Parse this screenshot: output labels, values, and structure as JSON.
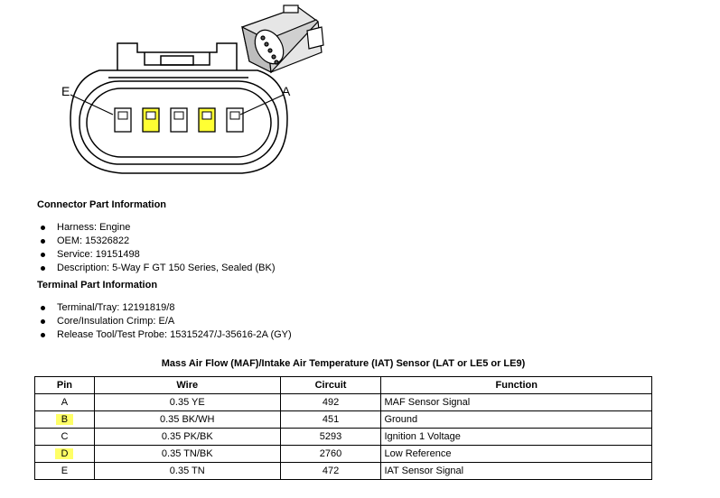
{
  "diagram": {
    "label_left": "E",
    "label_right": "A",
    "highlight_color": "#ffff33",
    "highlighted_pins": [
      "B",
      "D"
    ]
  },
  "connector_info": {
    "heading": "Connector Part Information",
    "items": [
      "Harness: Engine",
      "OEM: 15326822",
      "Service: 19151498",
      "Description: 5-Way F GT 150 Series, Sealed (BK)"
    ]
  },
  "terminal_info": {
    "heading": "Terminal Part Information",
    "items": [
      "Terminal/Tray: 12191819/8",
      "Core/Insulation Crimp: E/A",
      "Release Tool/Test Probe: 15315247/J-35616-2A (GY)"
    ]
  },
  "table": {
    "title": "Mass Air Flow (MAF)/Intake Air Temperature (IAT) Sensor (LAT or LE5 or LE9)",
    "headers": [
      "Pin",
      "Wire",
      "Circuit",
      "Function"
    ],
    "rows": [
      {
        "pin": "A",
        "wire": "0.35 YE",
        "circuit": "492",
        "function": "MAF Sensor Signal",
        "highlight": false
      },
      {
        "pin": "B",
        "wire": "0.35 BK/WH",
        "circuit": "451",
        "function": "Ground",
        "highlight": true
      },
      {
        "pin": "C",
        "wire": "0.35 PK/BK",
        "circuit": "5293",
        "function": "Ignition 1 Voltage",
        "highlight": false
      },
      {
        "pin": "D",
        "wire": "0.35 TN/BK",
        "circuit": "2760",
        "function": "Low Reference",
        "highlight": true
      },
      {
        "pin": "E",
        "wire": "0.35 TN",
        "circuit": "472",
        "function": "IAT Sensor Signal",
        "highlight": false
      }
    ]
  }
}
